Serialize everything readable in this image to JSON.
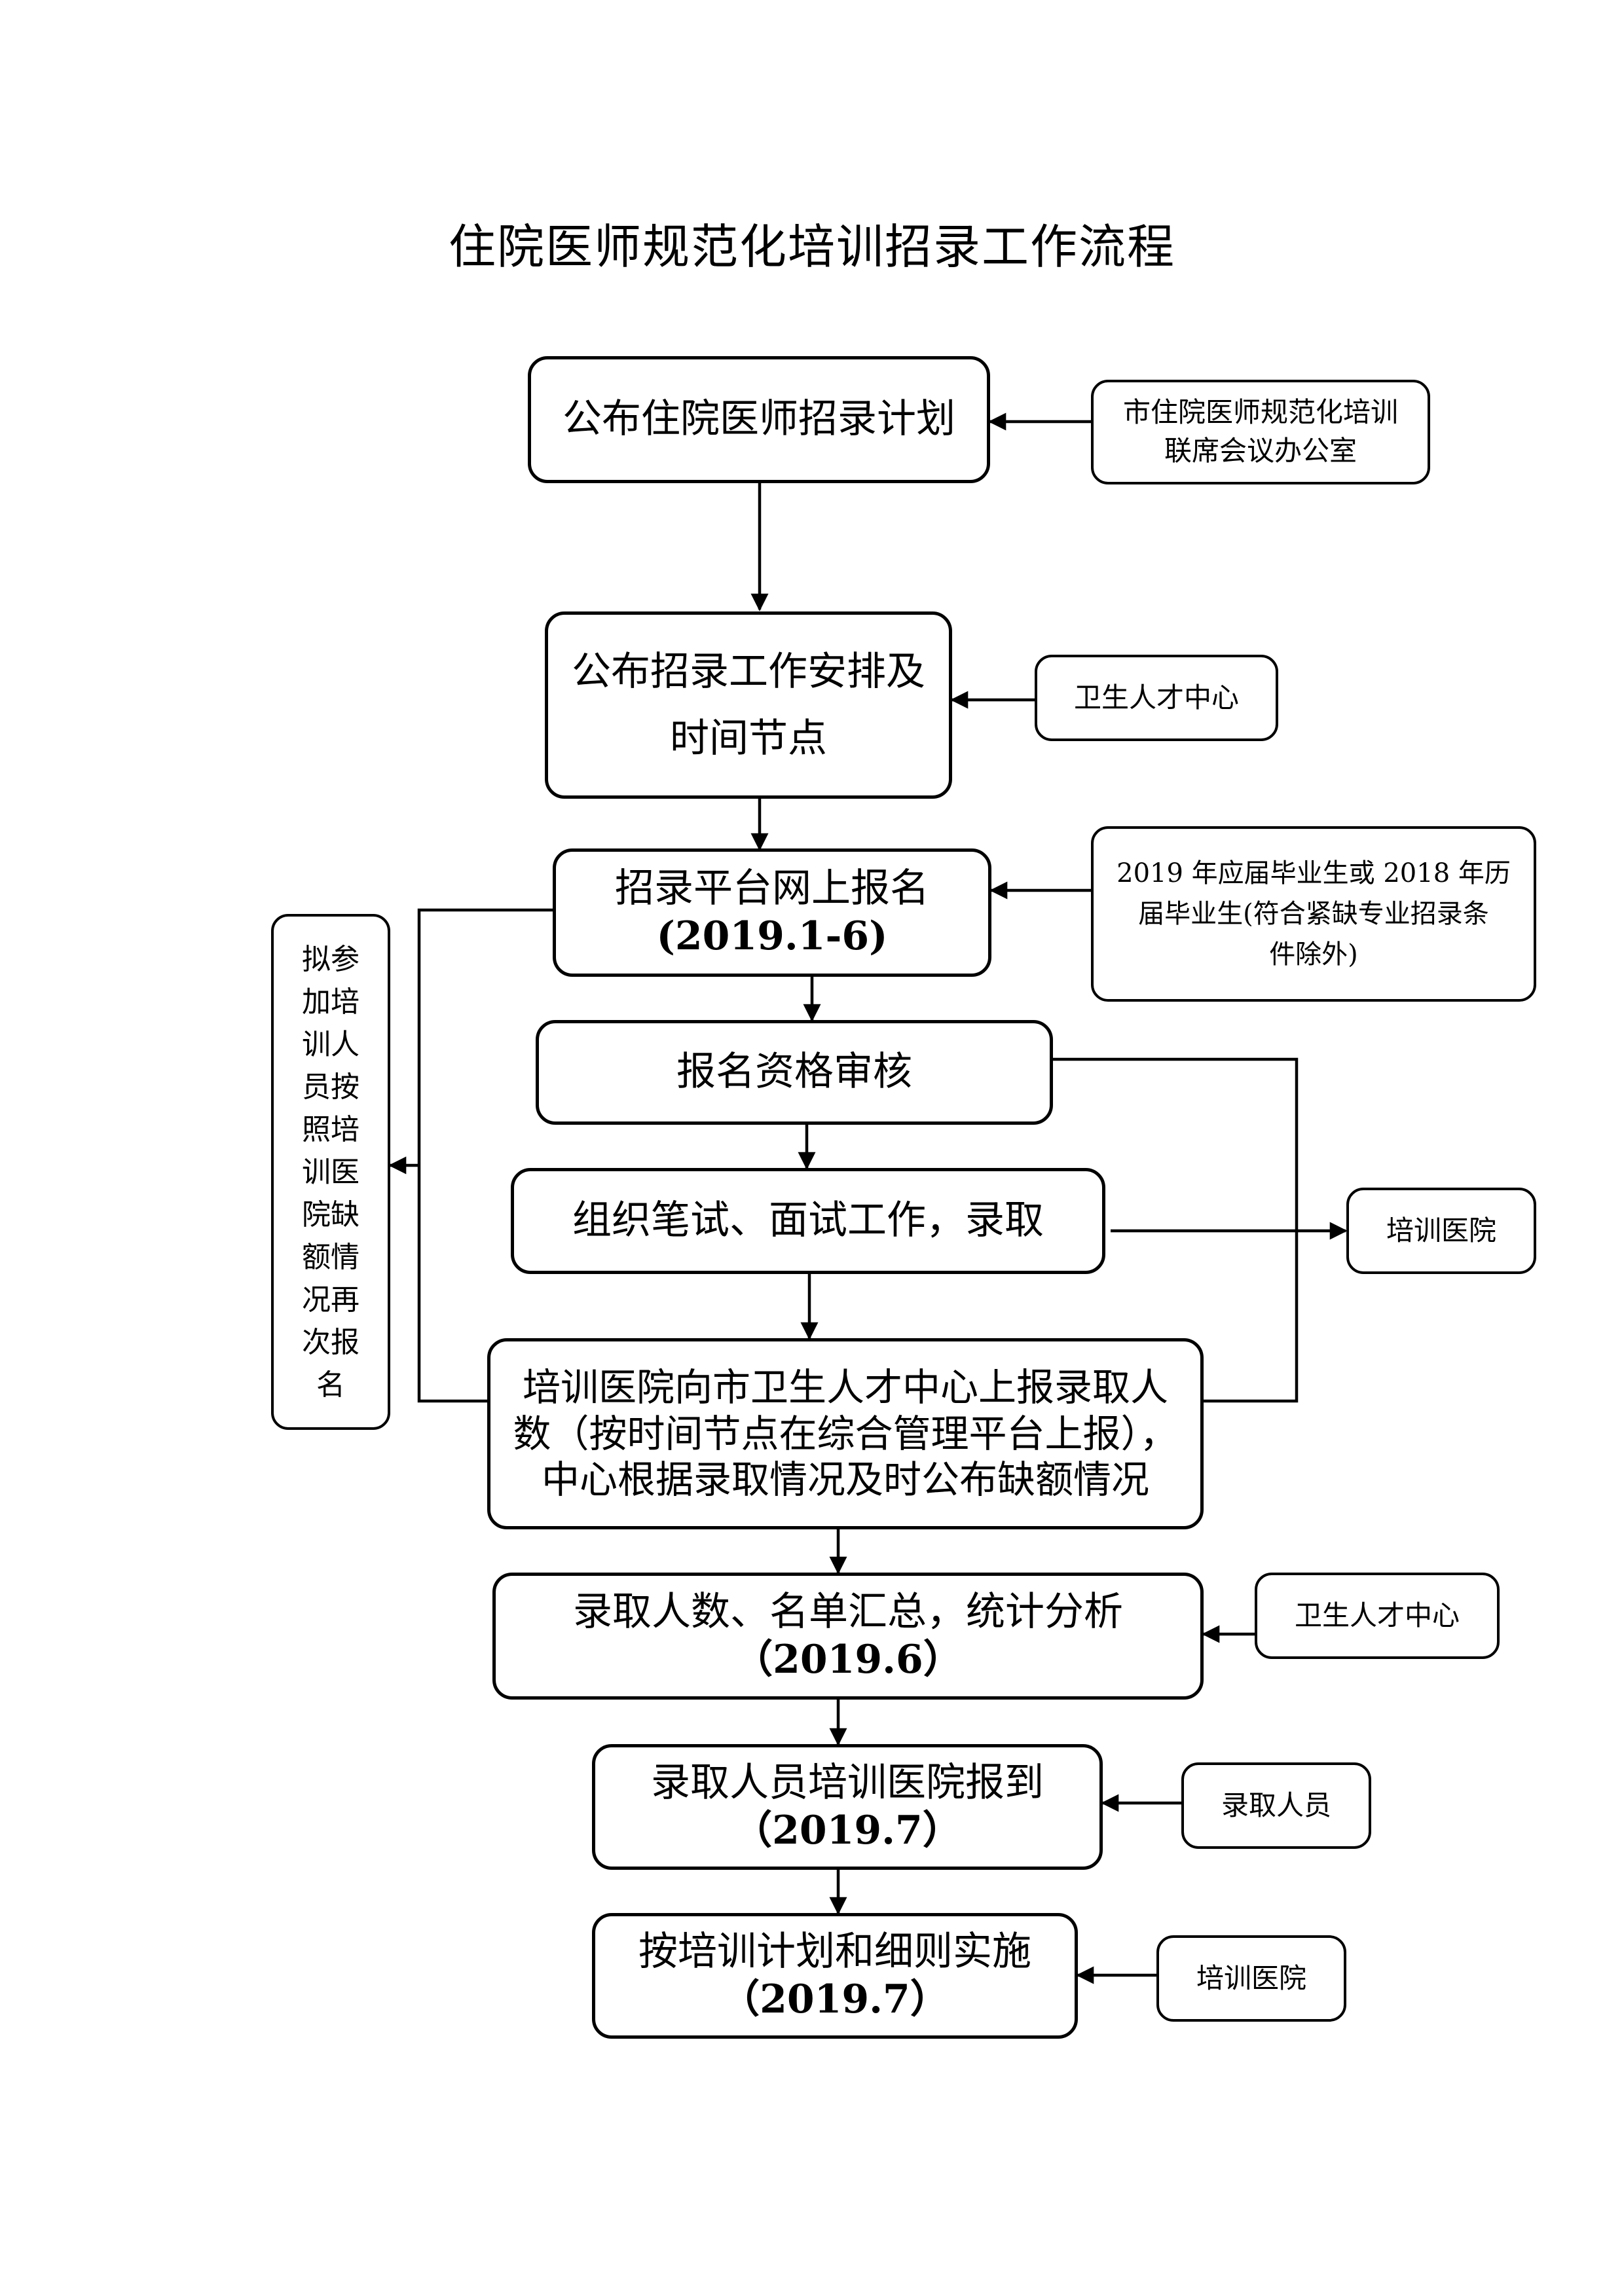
{
  "title": "住院医师规范化培训招录工作流程",
  "steps": {
    "s1": {
      "line1": "公布住院医师招录计划"
    },
    "s2": {
      "line1": "公布招录工作安排及",
      "line2": "时间节点"
    },
    "s3": {
      "line1": "招录平台网上报名",
      "date": "(2019.1-6)"
    },
    "s4": {
      "line1": "报名资格审核"
    },
    "s5": {
      "line1": "组织笔试、面试工作，录取"
    },
    "s6": {
      "line1": "培训医院向市卫生人才中心上报录取人",
      "line2": "数（按时间节点在综合管理平台上报），",
      "line3": "中心根据录取情况及时公布缺额情况"
    },
    "s7": {
      "line1": "录取人数、名单汇总，统计分析",
      "date": "（2019.6）"
    },
    "s8": {
      "line1": "录取人员培训医院报到",
      "date": "（2019.7）"
    },
    "s9": {
      "line1": "按培训计划和细则实施",
      "date": "（2019.7）"
    }
  },
  "side_notes": {
    "n1": {
      "line1": "市住院医师规范化培训",
      "line2": "联席会议办公室"
    },
    "n2": {
      "line1": "卫生人才中心"
    },
    "n3": {
      "line1": "2019 年应届毕业生或 2018 年历",
      "line2": "届毕业生(符合紧缺专业招录条",
      "line3": "件除外)"
    },
    "n4": {
      "line1": "培训医院"
    },
    "n5": {
      "line1": "卫生人才中心"
    },
    "n6": {
      "line1": "录取人员"
    },
    "n7": {
      "line1": "培训医院"
    }
  },
  "left_note": {
    "lines": [
      "拟参",
      "加培",
      "训人",
      "员按",
      "照培",
      "训医",
      "院缺",
      "额情",
      "况再",
      "次报",
      "名"
    ]
  }
}
